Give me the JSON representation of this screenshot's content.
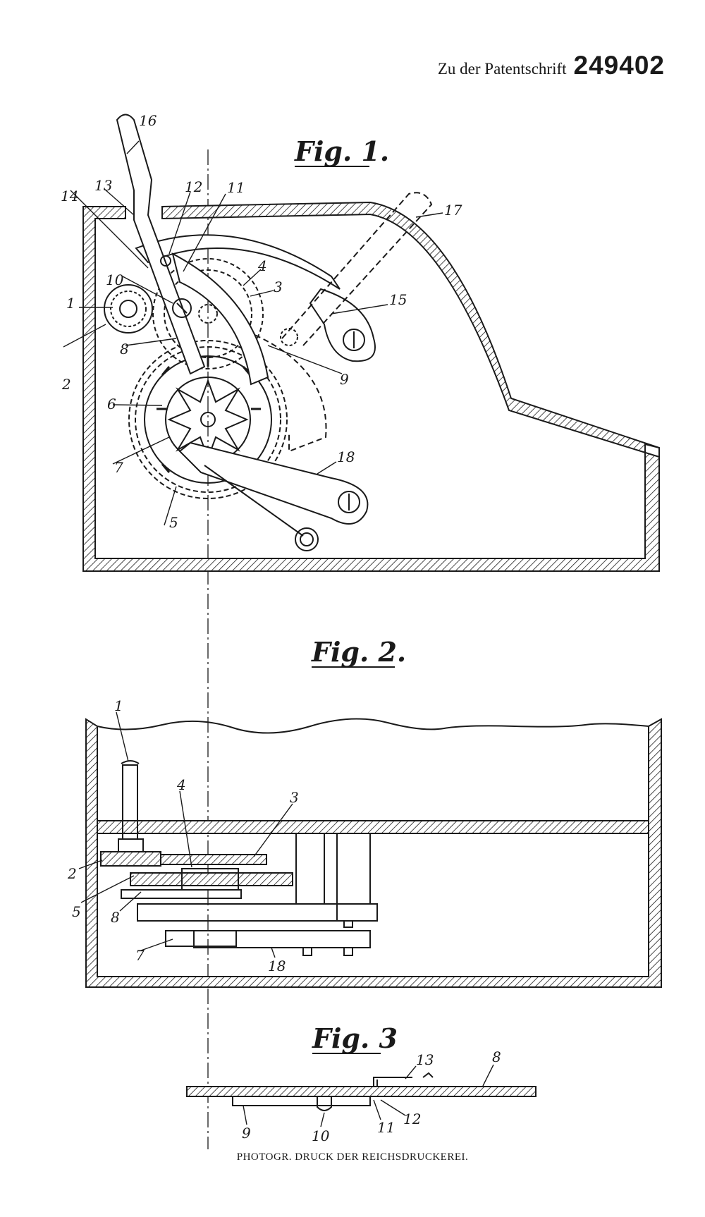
{
  "header": {
    "label": "Zu der Patentschrift",
    "number": "249402"
  },
  "figures": {
    "fig1": {
      "title": "Fig. 1."
    },
    "fig2": {
      "title": "Fig. 2."
    },
    "fig3": {
      "title": "Fig. 3"
    }
  },
  "callouts": {
    "fig1": [
      "16",
      "13",
      "14",
      "12",
      "11",
      "10",
      "4",
      "3",
      "1",
      "2",
      "8",
      "9",
      "15",
      "17",
      "6",
      "7",
      "18",
      "5"
    ],
    "fig2": [
      "1",
      "4",
      "3",
      "2",
      "5",
      "8",
      "7",
      "18"
    ],
    "fig3": [
      "13",
      "8",
      "9",
      "10",
      "11",
      "12"
    ]
  },
  "footer": {
    "text": "PHOTOGR. DRUCK DER REICHSDRUCKEREI."
  },
  "colors": {
    "ink": "#1a1a1a",
    "paper": "#ffffff"
  }
}
